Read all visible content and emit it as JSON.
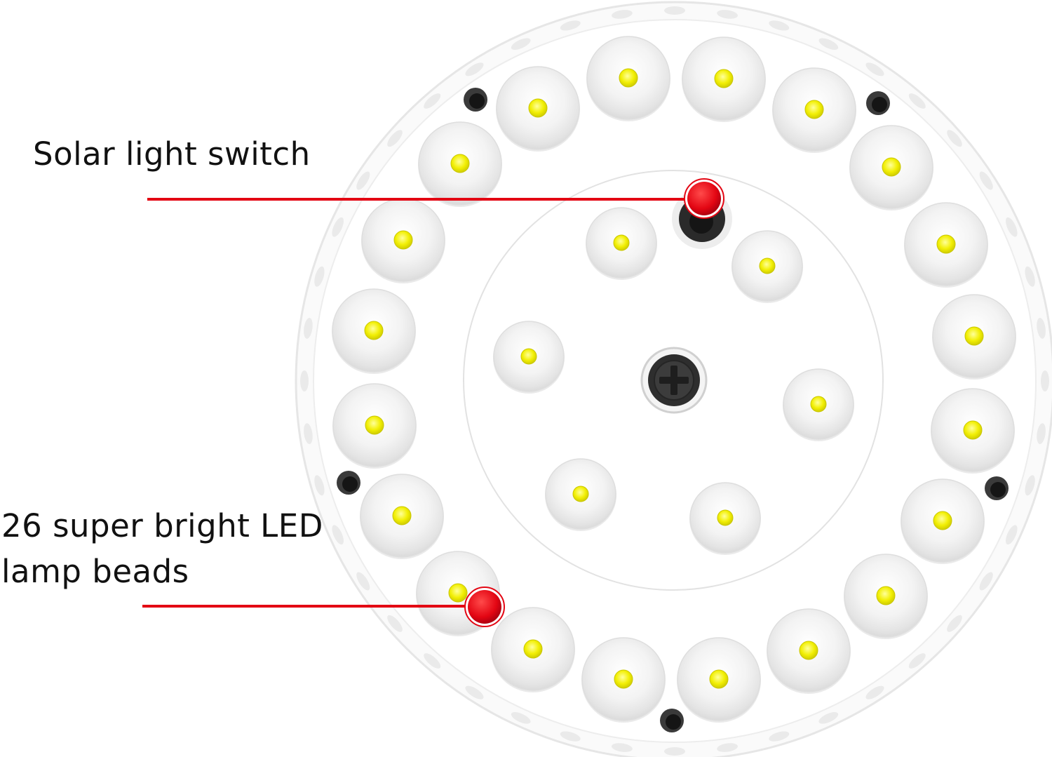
{
  "labels": {
    "switch": "Solar light switch",
    "beads_line1": "26 super bright LED",
    "beads_line2": "lamp beads"
  },
  "colors": {
    "background": "#ffffff",
    "callout_red": "#e30613",
    "led_chip": "#f4f20a",
    "bead_dome": "#eeeeee",
    "hole_dark": "#222222",
    "text": "#111111"
  },
  "components": {
    "outer_bead_ring": "outer ring of LED bead domes",
    "inner_bead_cluster": "inner cluster of LED bead domes",
    "center_screw": "phillips screw",
    "power_switch": "push button switch",
    "mounting_holes": "black mounting holes"
  }
}
